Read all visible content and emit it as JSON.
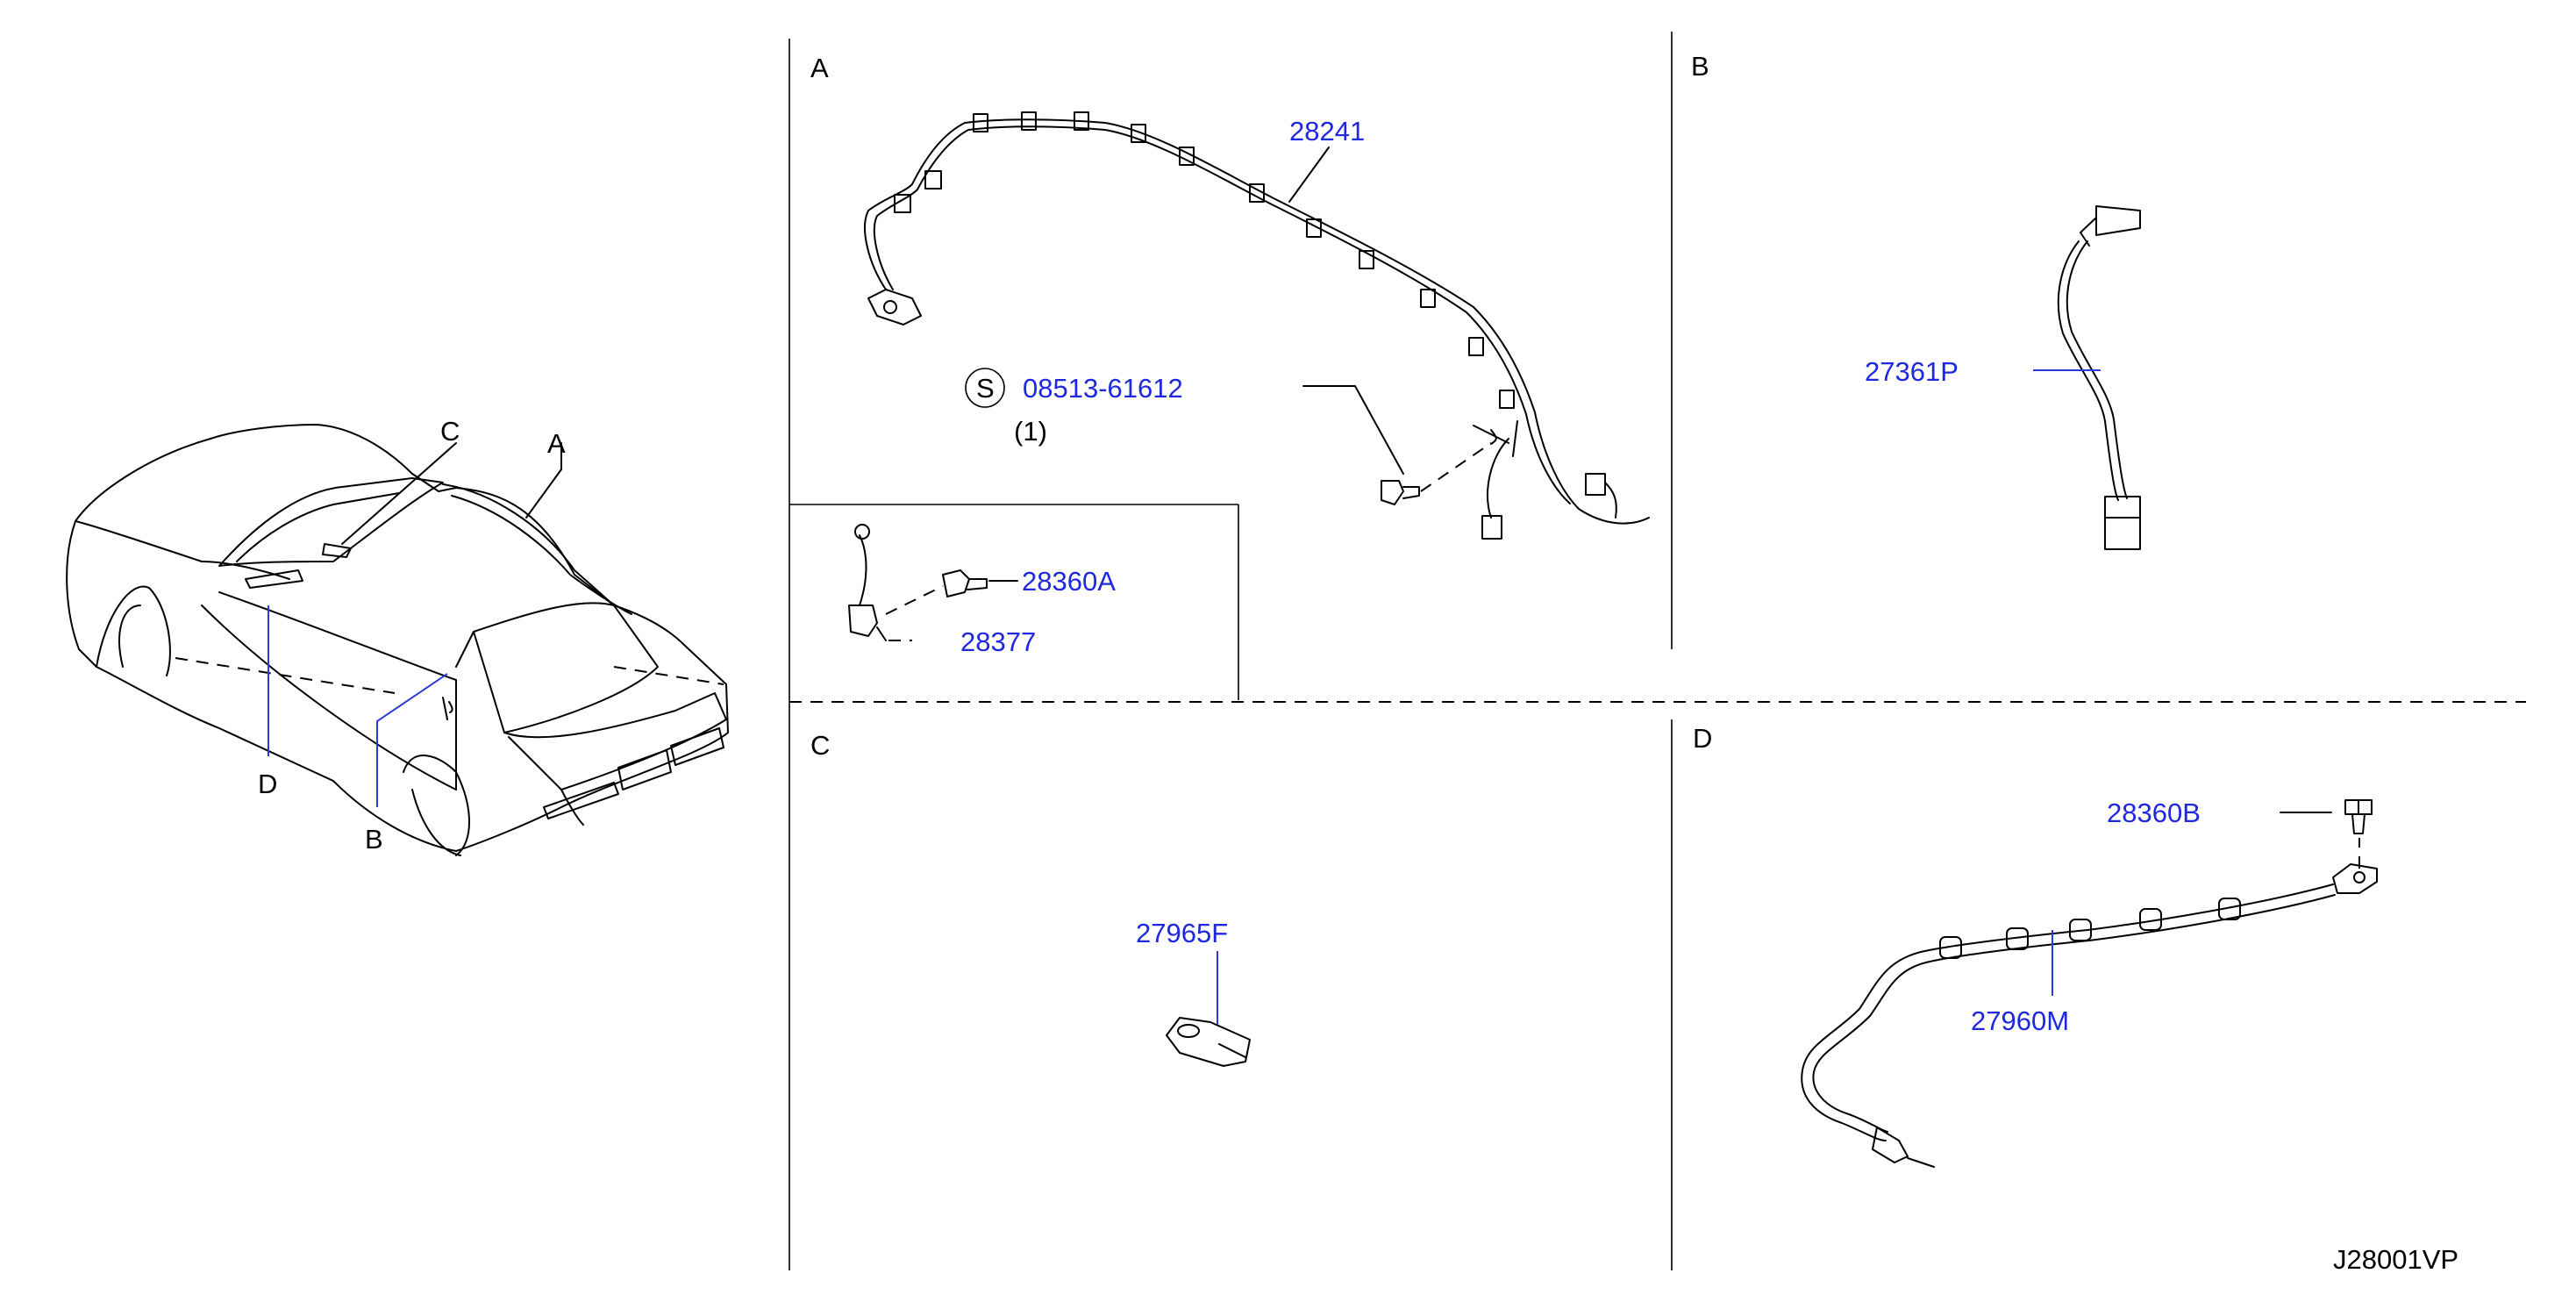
{
  "sections": {
    "a": "A",
    "b": "B",
    "c": "C",
    "d": "D"
  },
  "overview_labels": {
    "a": "A",
    "b": "B",
    "c": "C",
    "d": "D"
  },
  "parts": {
    "harness_28241": "28241",
    "screw_symbol": "S",
    "screw_08513": "08513-61612",
    "screw_qty": "(1)",
    "bolt_28360a": "28360A",
    "part_28377": "28377",
    "cable_27361p": "27361P",
    "antenna_27965f": "27965F",
    "bolt_28360b": "28360B",
    "feeder_27960m": "27960M"
  },
  "diagram_code": "J28001VP",
  "colors": {
    "part_number": "#1d28e0",
    "line": "#000000",
    "background": "#ffffff"
  }
}
